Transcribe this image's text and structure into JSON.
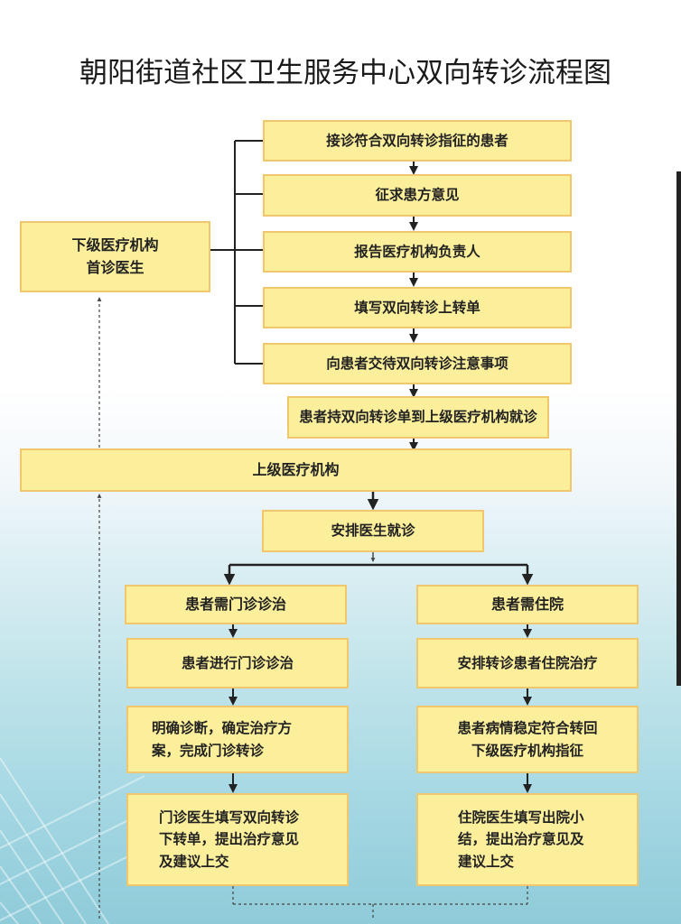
{
  "title": "朝阳街道社区卫生服务中心双向转诊流程图",
  "colors": {
    "box_fill": "#fbef9b",
    "box_border": "#f0c76c",
    "line": "#222222"
  },
  "lower": {
    "doctor_line1": "下级医疗机构",
    "doctor_line2": "首诊医生",
    "steps": [
      "接诊符合双向转诊指征的患者",
      "征求患方意见",
      "报告医疗机构负责人",
      "填写双向转诊上转单",
      "向患者交待双向转诊注意事项"
    ],
    "referral": "患者持双向转诊单到上级医疗机构就诊"
  },
  "upper": {
    "institution": "上级医疗机构",
    "arrange": "安排医生就诊"
  },
  "outpatient": {
    "head": "患者需门诊诊治",
    "step1": "患者进行门诊诊治",
    "step2_line1": "明确诊断，确定治疗方",
    "step2_line2": "案，完成门诊转诊",
    "step3_line1": "门诊医生填写双向转诊",
    "step3_line2": "下转单，提出治疗意见",
    "step3_line3": "及建议上交"
  },
  "inpatient": {
    "head": "患者需住院",
    "step1": "安排转诊患者住院治疗",
    "step2_line1": "患者病情稳定符合转回",
    "step2_line2": "下级医疗机构指征",
    "step3_line1": "住院医生填写出院小",
    "step3_line2": "结，提出治疗意见及",
    "step3_line3": "建议上交"
  }
}
